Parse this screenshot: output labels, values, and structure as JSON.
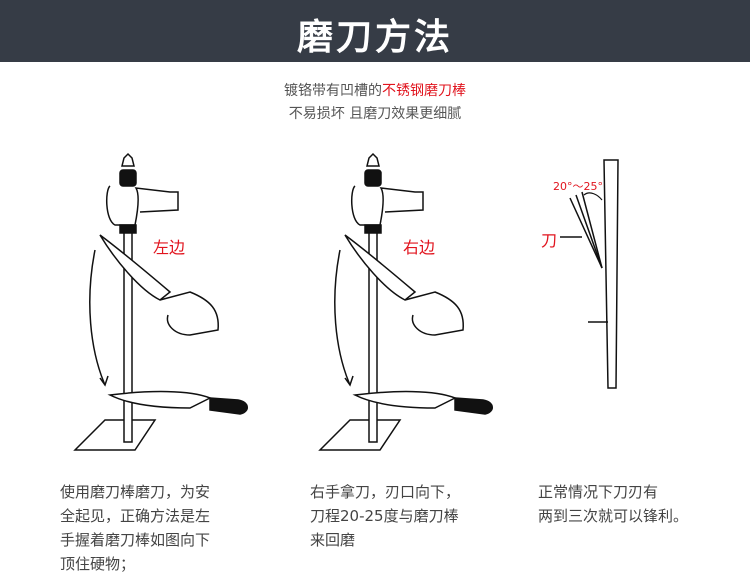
{
  "header": {
    "title": "磨刀方法"
  },
  "intro": {
    "line1_plain": "镀铬带有凹槽的",
    "line1_highlight": "不锈钢磨刀棒",
    "line2": "不易损坏  且磨刀效果更细腻"
  },
  "steps": [
    {
      "label": "左边",
      "text": "使用磨刀棒磨刀，为安\n全起见，正确方法是左\n手握着磨刀棒如图向下\n顶住硬物；"
    },
    {
      "label": "右边",
      "text": "右手拿刀，刃口向下，\n刀程20-25度与磨刀棒\n来回磨"
    },
    {
      "angle_label": "20°～25°",
      "blade_label": "刀",
      "text": "正常情况下刀刃有\n两到三次就可以锋利。"
    }
  ],
  "colors": {
    "header_bg": "#363c46",
    "accent": "#e1141e"
  }
}
